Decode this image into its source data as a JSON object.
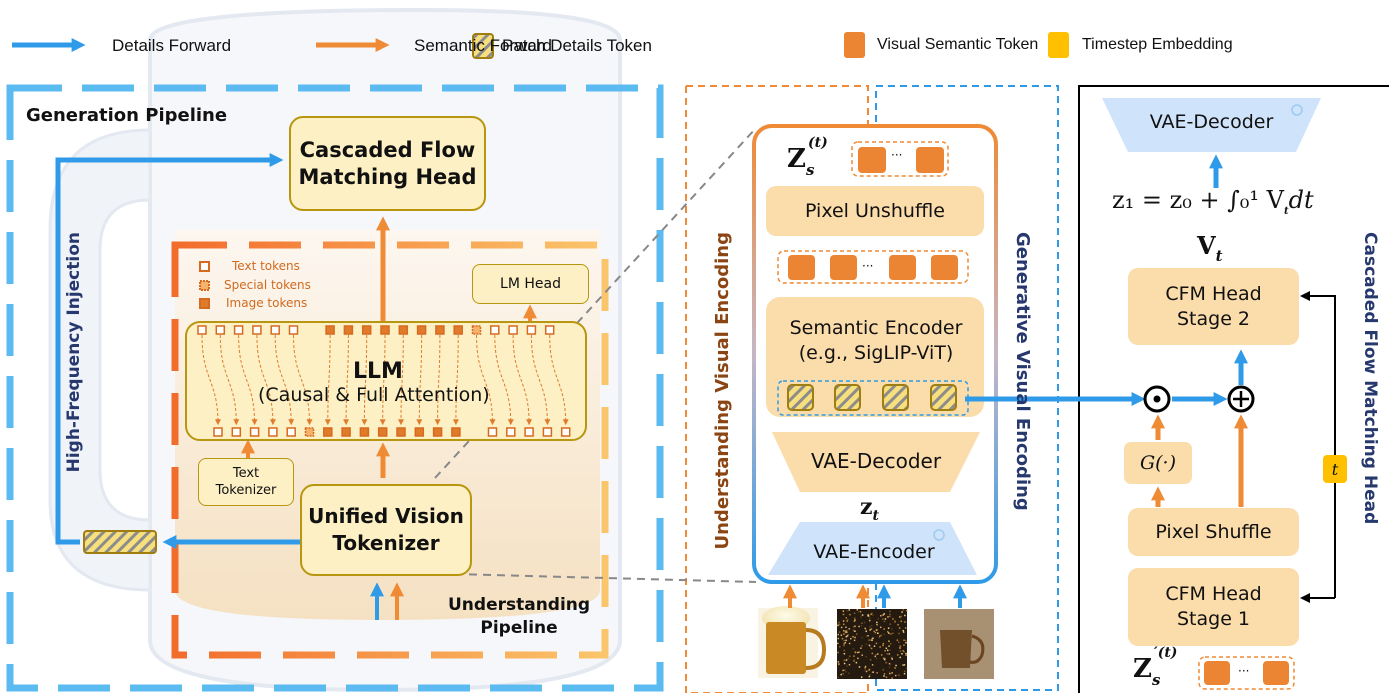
{
  "legend": [
    {
      "icon": "blue-arrow",
      "label": "Details Forward"
    },
    {
      "icon": "orange-arrow",
      "label": "Semantic Forward"
    },
    {
      "icon": "hatched-token",
      "label": "Patch Details Token"
    },
    {
      "icon": "orange-square",
      "label": "Visual Semantic Token"
    },
    {
      "icon": "yellow-square",
      "label": "Timestep Embedding"
    }
  ],
  "colors": {
    "details_blue": "#2f9be8",
    "semantic_orange": "#ef8a35",
    "token_orange": "#ec8533",
    "timestep_yellow": "#ffc000",
    "box_yellow": "#fdf0c4",
    "box_peach": "#fbdcab",
    "vae_blue": "#cfe3fb",
    "navy_text": "#26386e",
    "brown_text": "#8b4513"
  },
  "left": {
    "generation_pipeline": "Generation Pipeline",
    "understanding_pipeline_line1": "Understanding",
    "understanding_pipeline_line2": "Pipeline",
    "high_freq": "High-Frequency Injection",
    "cfm_head_line1": "Cascaded Flow",
    "cfm_head_line2": "Matching Head",
    "lm_head": "LM Head",
    "llm_title": "LLM",
    "llm_subtitle": "(Causal & Full Attention)",
    "text_tokenizer_line1": "Text",
    "text_tokenizer_line2": "Tokenizer",
    "uvt_line1": "Unified Vision",
    "uvt_line2": "Tokenizer",
    "token_legend": [
      "Text tokens",
      "Special tokens",
      "Image tokens"
    ]
  },
  "middle": {
    "understanding_label": "Understanding Visual Encoding",
    "generative_label": "Generative Visual Encoding",
    "zs_label": "Z",
    "zs_sub": "s",
    "zs_sup": "(t)",
    "pixel_unshuffle": "Pixel Unshuffle",
    "semantic_encoder_line1": "Semantic Encoder",
    "semantic_encoder_line2": "(e.g., SigLIP-ViT)",
    "vae_decoder": "VAE-Decoder",
    "zt_label": "z",
    "zt_sub": "t",
    "vae_encoder": "VAE-Encoder",
    "ellipsis": "···",
    "images": [
      "clean beer mug",
      "noise image",
      "noisy beer mug"
    ]
  },
  "right": {
    "vae_decoder": "VAE-Decoder",
    "equation": "z₁ = z₀ + ∫₀¹ V",
    "equation_tail": "dt",
    "vt_label": "V",
    "vt_sub": "t",
    "cfm_stage2_line1": "CFM Head",
    "cfm_stage2_line2": "Stage 2",
    "g_func": "G(·)",
    "pixel_shuffle": "Pixel Shuffle",
    "cfm_stage1_line1": "CFM Head",
    "cfm_stage1_line2": "Stage 1",
    "t_label": "t",
    "zs_prime_label": "Z",
    "zs_prime_sup": "′(t)",
    "zs_prime_sub": "s",
    "odot": "⊙",
    "oplus": "⊕",
    "section_label": "Cascaded Flow Matching Head"
  }
}
